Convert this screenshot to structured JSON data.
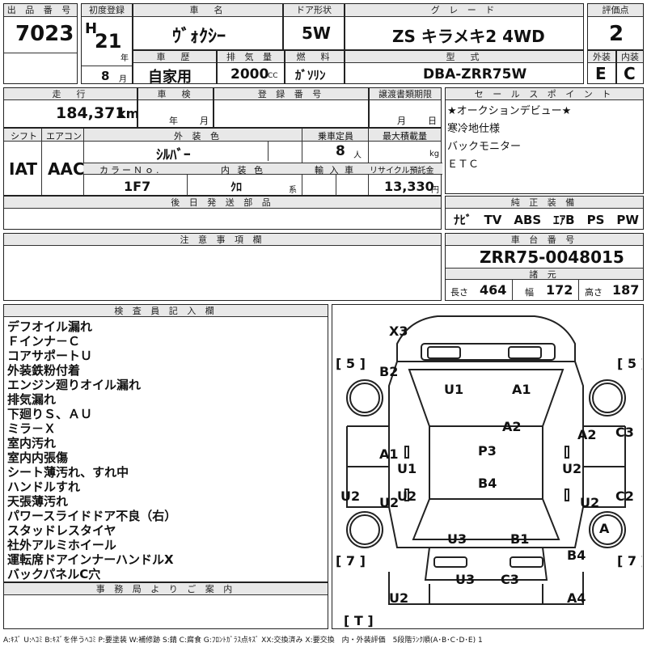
{
  "labels": {
    "lot_no": "出 品 番 号",
    "first_reg": "初度登録",
    "car_name": "車　名",
    "door_type": "ドア形状",
    "grade": "グ レ ー ド",
    "score": "評価点",
    "history": "車　歴",
    "displacement": "排 気 量",
    "fuel": "燃　料",
    "model": "型　式",
    "exterior": "外装",
    "interior": "内装",
    "mileage": "走　行",
    "inspection": "車　検",
    "reg_no": "登 録 番 号",
    "transfer_deadline": "譲渡書類期限",
    "sales_point": "セ ー ル ス ポ イ ン ト",
    "shift": "シフト",
    "aircon": "エアコン",
    "ext_color": "外 装 色",
    "capacity": "乗車定員",
    "max_load": "最大積載量",
    "color_no": "カラーＮｏ.",
    "int_color": "内 装 色",
    "import": "輸 入 車",
    "recycle": "リサイクル預託金",
    "later_parts": "後 日 発 送 部 品",
    "factory_equipment": "純 正 装 備",
    "caution": "注 意 事 項 欄",
    "chassis_no": "車 台 番 号",
    "dimensions": "諸 元",
    "length": "長さ",
    "width": "幅",
    "height": "高さ",
    "inspector_notes": "検 査 員 記 入 欄",
    "office_notes": "事 務 局 よ り ご 案 内"
  },
  "car": {
    "lot_no": "7023",
    "era": "H",
    "year": "21",
    "year_unit": "年",
    "month": "8",
    "month_unit": "月",
    "name": "ｳﾞｫｸｼｰ",
    "door": "5W",
    "grade": "ZS キラメキ2 4WD",
    "score": "2",
    "history": "自家用",
    "displacement": "2000",
    "displacement_unit": "CC",
    "fuel": "ｶﾞｿﾘﾝ",
    "model": "DBA-ZRR75W",
    "exterior_grade": "E",
    "interior_grade": "C",
    "mileage": "184,371",
    "mileage_unit": "km",
    "inspection_year": "年",
    "inspection_month": "月",
    "transfer_month": "月",
    "transfer_day": "日",
    "shift": "IAT",
    "aircon": "AAC",
    "ext_color": "ｼﾙﾊﾞｰ",
    "capacity": "8",
    "capacity_unit": "人",
    "load_unit": "kg",
    "color_no": "1F7",
    "int_color": "ｸﾛ",
    "int_color_unit": "系",
    "recycle": "13,330",
    "recycle_unit": "円",
    "chassis_no": "ZRR75-0048015",
    "length": "464",
    "width": "172",
    "height": "187"
  },
  "sales_points": [
    "★オークションデビュー★",
    "寒冷地仕様",
    "バックモニター",
    "ＥＴＣ"
  ],
  "equipment": "ﾅﾋﾞ　TV　ABS　ｴｱB　PS　PW",
  "inspector_notes": [
    "デフオイル漏れ",
    "Ｆインナ－Ｃ",
    "コアサポートＵ",
    "外装鉄粉付着",
    "エンジン廻りオイル漏れ",
    "排気漏れ",
    "下廻りＳ、ＡＵ",
    "ミラ－Ｘ",
    "室内汚れ",
    "室内内張傷",
    "シート薄汚れ、すれ中",
    "ハンドルすれ",
    "天張薄汚れ",
    "パワースライドドア不良（右）",
    "スタッドレスタイヤ",
    "社外アルミホイール",
    "運転席ドアインナーハンドルX",
    "バックパネルC穴"
  ],
  "diagram": {
    "marks": [
      "X3",
      "B2",
      "U1",
      "A1",
      "A2",
      "A1",
      "U1",
      "P3",
      "U2",
      "A2",
      "C3",
      "U2",
      "U2",
      "C2",
      "U2",
      "B4",
      "U2",
      "U3",
      "B1",
      "A",
      "B4",
      "U3",
      "C3",
      "U2",
      "A4"
    ],
    "tire_counts": [
      "5",
      "5",
      "7",
      "7",
      "T"
    ]
  },
  "legend": "A:ｷｽﾞ U:ﾍｺﾐ B:ｷｽﾞを伴うﾍｺﾐ P:要塗装 W:補修跡 S:錆 C:腐食 G:ﾌﾛﾝﾄｶﾞﾗｽ点ｷｽﾞ XX:交換済み X:要交換　内・外装評価　5段階ﾗﾝｸ順(A･B･C･D･E) 1"
}
